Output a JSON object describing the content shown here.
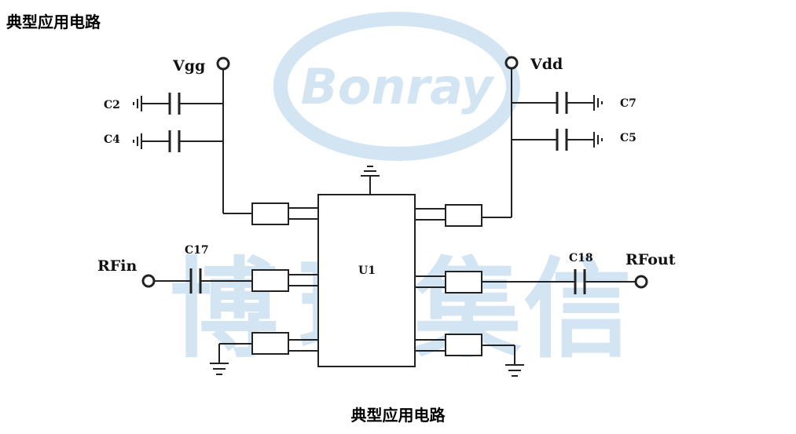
{
  "heading": "典型应用电路",
  "caption": "典型应用电路",
  "watermark": {
    "logo_text": "Bonray",
    "characters": [
      "博",
      "瑞",
      "集",
      "信"
    ],
    "color": "#d3e5f2"
  },
  "labels": {
    "vgg": "Vgg",
    "vdd": "Vdd",
    "c2": "C2",
    "c4": "C4",
    "c7": "C7",
    "c5": "C5",
    "c17": "C17",
    "c18": "C18",
    "rfin": "RFin",
    "rfout": "RFout",
    "u1": "U1"
  }
}
